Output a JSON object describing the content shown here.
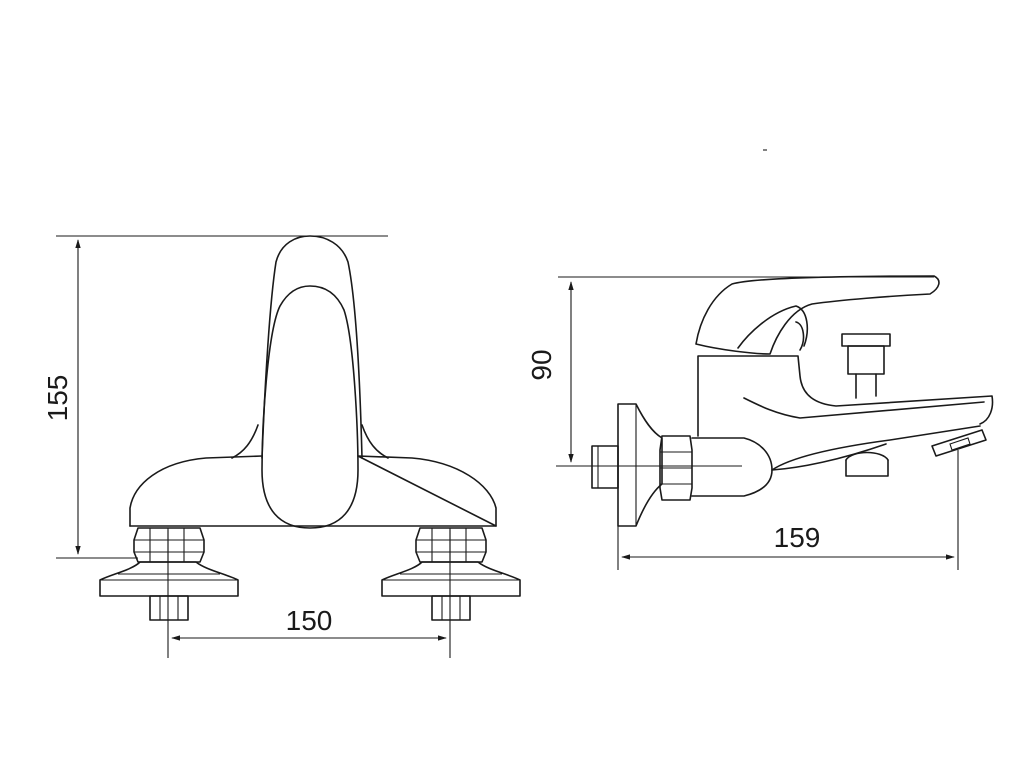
{
  "dimensions": {
    "front_height": "155",
    "front_spacing": "150",
    "side_height": "90",
    "side_length": "159"
  }
}
